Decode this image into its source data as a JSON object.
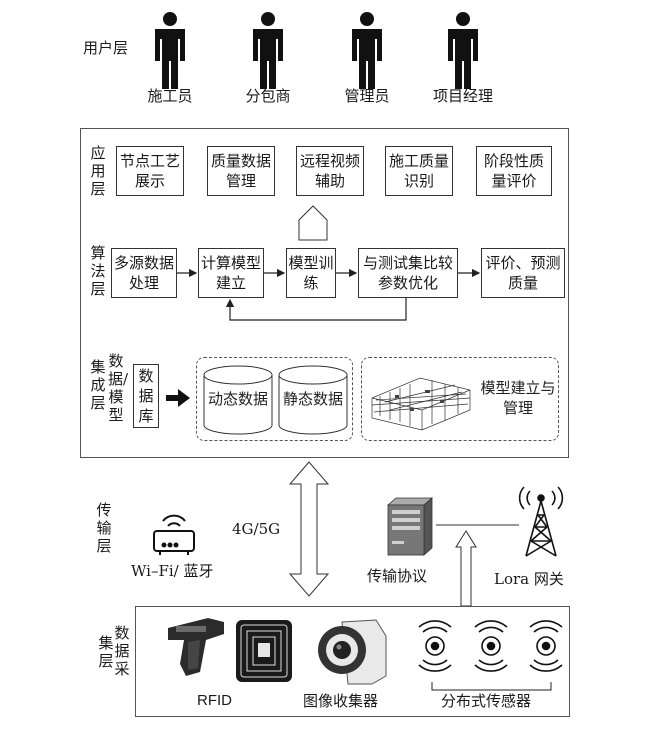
{
  "user_layer": {
    "label": "用户层",
    "users": [
      "施工员",
      "分包商",
      "管理员",
      "项目经理"
    ]
  },
  "application_layer": {
    "label": "应用层",
    "items": [
      "节点工艺展示",
      "质量数据管理",
      "远程视频辅助",
      "施工质量识别",
      "阶段性质量评价"
    ]
  },
  "algorithm_layer": {
    "label": "算法层",
    "steps": [
      "多源数据处理",
      "计算模型建立",
      "模型训练",
      "与测试集比较参数优化",
      "评价、预测质量"
    ]
  },
  "integration_layer": {
    "label_left": "集成层",
    "label_right": "数据/模型",
    "database": "数据库",
    "dynamic_data": "动态数据",
    "static_data": "静态数据",
    "model_mgmt": "模型建立与管理"
  },
  "transport_layer": {
    "label": "传输层",
    "wifi_label": "Wi–Fi/ 蓝牙",
    "cellular_label": "4G/5G",
    "protocol_label": "传输协议",
    "lora_label": "Lora 网关"
  },
  "collection_layer": {
    "label_left": "集层",
    "label_right": "数据采",
    "rfid_label": "RFID",
    "camera_label": "图像收集器",
    "sensor_label": "分布式传感器"
  },
  "icons": [
    "person-icon",
    "wifi-router-icon",
    "server-icon",
    "antenna-tower-icon",
    "rfid-reader-icon",
    "rfid-tag-icon",
    "camera-icon",
    "sensor-icon"
  ]
}
